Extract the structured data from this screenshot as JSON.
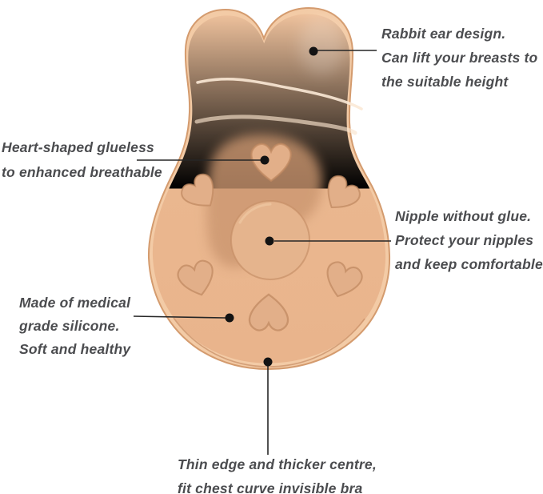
{
  "colors": {
    "background": "#ffffff",
    "annotation_text": "#4b4c4f",
    "connector_line": "#262626",
    "callout_dot": "#131313",
    "silicone_rim": "#f3cba6",
    "silicone_outline": "#d49b6e",
    "silicone_body": "#ecbא93",
    "silicone_body_top": "#eec09b",
    "silicone_body_bottom": "#e8b38c",
    "silicone_patch": "#cb9670",
    "heart_fill": "#e2af89",
    "heart_groove": "#c08a62",
    "nipple_fill": "#e5b48d",
    "nipple_groove": "#c58e66",
    "shine_highlight": "#fbe9d6",
    "bottom_groove": "#c9926a"
  },
  "annotations": {
    "rabbit_ear": {
      "lines": [
        "Rabbit ear design.",
        "Can lift your breasts to",
        "the suitable height"
      ]
    },
    "heart_glueless": {
      "lines": [
        "Heart-shaped glueless",
        "to enhanced breathable"
      ]
    },
    "nipple": {
      "lines": [
        "Nipple without glue.",
        "Protect your nipples",
        "and keep comfortable"
      ]
    },
    "silicone": {
      "lines": [
        "Made of medical",
        "grade silicone.",
        "Soft and healthy"
      ]
    },
    "thin_edge": {
      "lines": [
        "Thin edge and thicker centre,",
        "fit chest curve invisible bra"
      ]
    }
  }
}
